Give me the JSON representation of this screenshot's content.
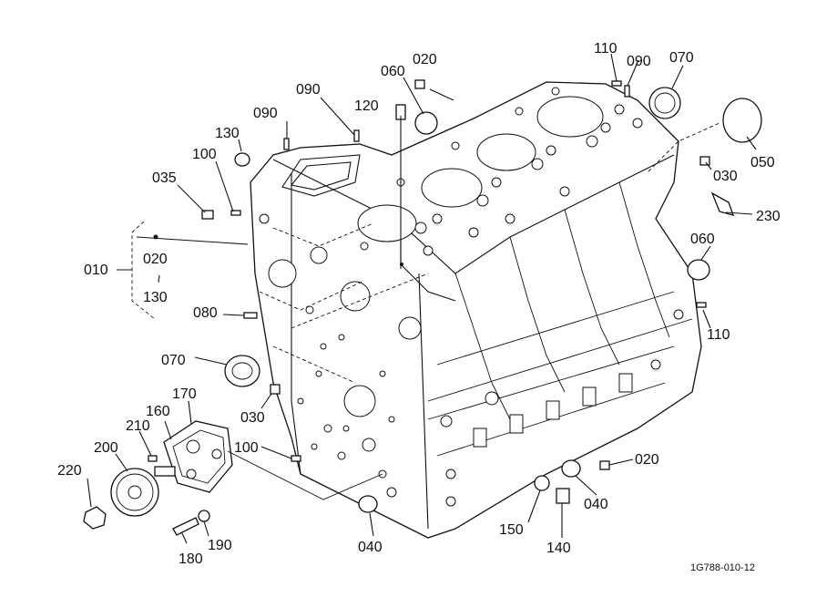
{
  "figure_ref": "1G788-010-12",
  "callouts": {
    "p010": "010",
    "p020_group": "020",
    "p130_group": "130",
    "range_symbol": "~",
    "p020_top": "020",
    "p060_top": "060",
    "p120": "120",
    "p090_a": "090",
    "p090_b": "090",
    "p130": "130",
    "p100_a": "100",
    "p035": "035",
    "p110_top": "110",
    "p090_c": "090",
    "p070_top": "070",
    "p050": "050",
    "p030_right": "030",
    "p230": "230",
    "p060_right": "060",
    "p110_right": "110",
    "p080": "080",
    "p070_left": "070",
    "p030_left": "030",
    "p170": "170",
    "p160": "160",
    "p210": "210",
    "p200": "200",
    "p100_b": "100",
    "p220": "220",
    "p180": "180",
    "p190": "190",
    "p040_bottom": "040",
    "p150": "150",
    "p140": "140",
    "p040_right": "040",
    "p020_bottom": "020"
  }
}
